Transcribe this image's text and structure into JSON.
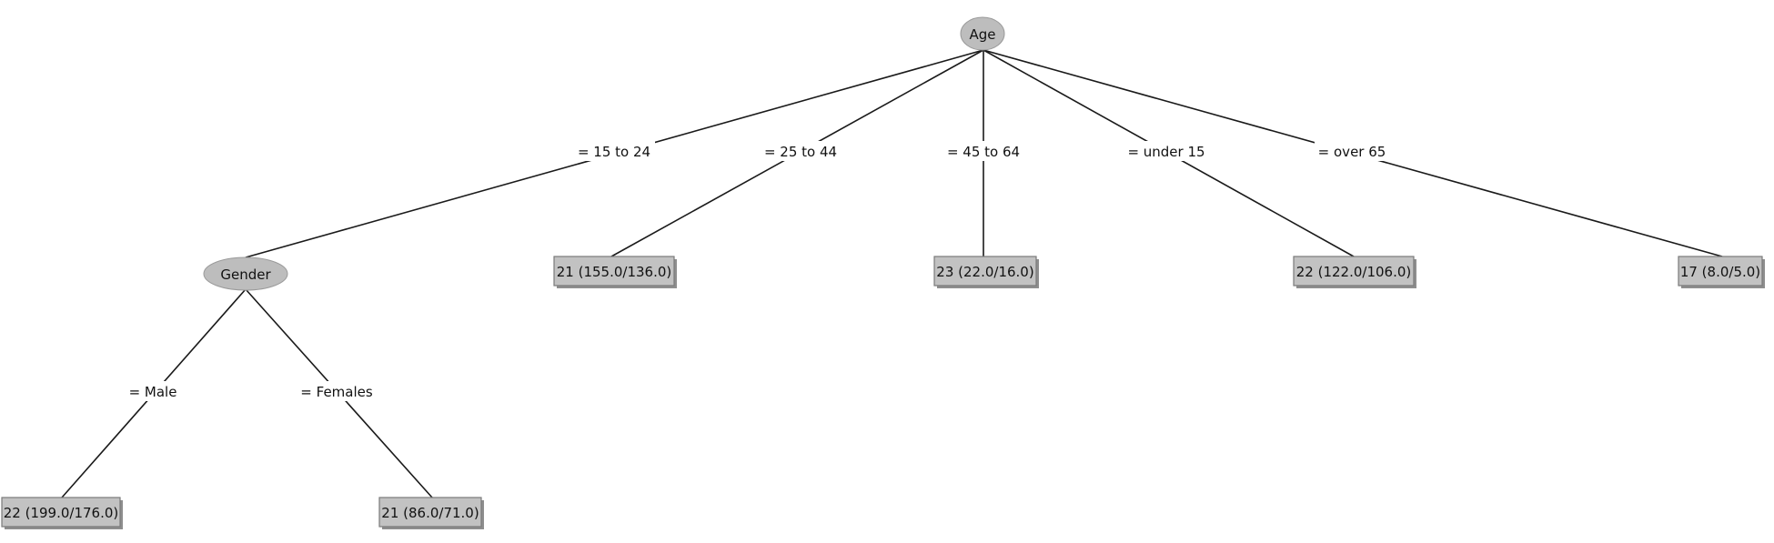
{
  "tree": {
    "root": {
      "label": "Age",
      "branches": [
        {
          "edge_label": "= 15 to 24",
          "child": {
            "label": "Gender",
            "branches": [
              {
                "edge_label": "= Male",
                "child": {
                  "leaf": "22 (199.0/176.0)"
                }
              },
              {
                "edge_label": "= Females",
                "child": {
                  "leaf": "21 (86.0/71.0)"
                }
              }
            ]
          }
        },
        {
          "edge_label": "= 25 to 44",
          "child": {
            "leaf": "21 (155.0/136.0)"
          }
        },
        {
          "edge_label": "= 45 to 64",
          "child": {
            "leaf": "23 (22.0/16.0)"
          }
        },
        {
          "edge_label": "= under 15",
          "child": {
            "leaf": "22 (122.0/106.0)"
          }
        },
        {
          "edge_label": "= over 65",
          "child": {
            "leaf": "17 (8.0/5.0)"
          }
        }
      ]
    }
  },
  "colors": {
    "node_fill": "#bdbdbd",
    "leaf_fill": "#c2c2c2",
    "edge": "#1a1a1a",
    "text": "#111111"
  }
}
